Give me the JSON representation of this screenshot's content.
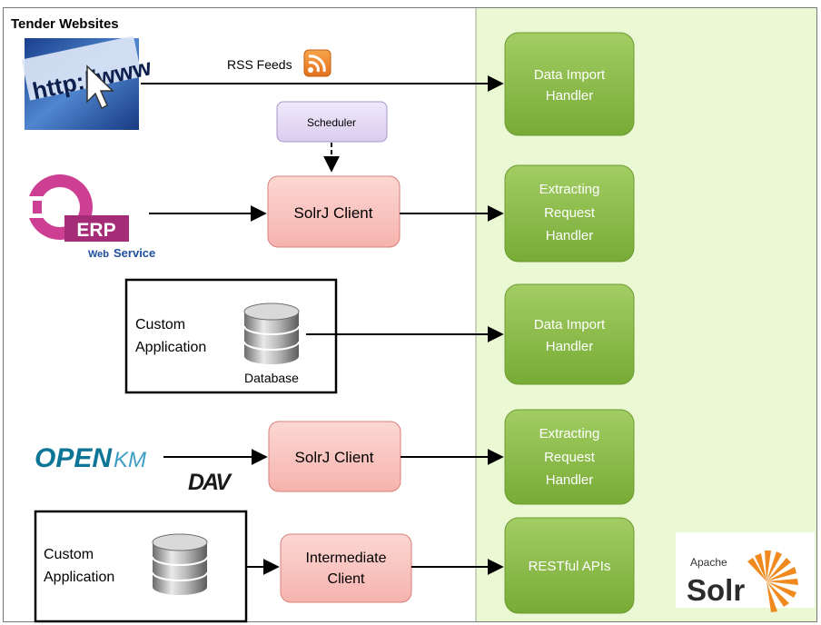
{
  "title": "Tender Websites",
  "sources": {
    "rss_label": "RSS Feeds",
    "erp_logo": "ERP",
    "web_service_prefix": "Web",
    "web_service_word": "Service",
    "http_text": "http://www",
    "openkm_logo_main": "OPEN",
    "openkm_logo_suffix": "KM",
    "dav_logo": "DAV"
  },
  "scheduler": "Scheduler",
  "clients": {
    "solrj_1": "SolrJ Client",
    "solrj_2": "SolrJ Client",
    "intermediate_line1": "Intermediate",
    "intermediate_line2": "Client"
  },
  "custom_apps": {
    "app1_line1": "Custom",
    "app1_line2": "Application",
    "app1_db_label": "Database",
    "app2_line1": "Custom",
    "app2_line2": "Application"
  },
  "handlers": {
    "h1_line1": "Data Import",
    "h1_line2": "Handler",
    "h2_line1": "Extracting",
    "h2_line2": "Request",
    "h2_line3": "Handler",
    "h3_line1": "Data Import",
    "h3_line2": "Handler",
    "h4_line1": "Extracting",
    "h4_line2": "Request",
    "h4_line3": "Handler",
    "h5": "RESTful APIs"
  },
  "solr_logo": {
    "small": "Apache",
    "big": "Solr"
  },
  "colors": {
    "panel_fill": "#eaf9d4",
    "handler_green": "#8bbd4a",
    "client_pink": "#f8c4c0",
    "scheduler_purple": "#e6dcf6",
    "rss_orange": "#f08a24"
  }
}
